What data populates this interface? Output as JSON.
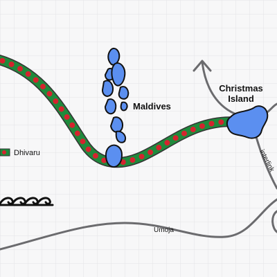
{
  "map": {
    "background_color": "#f7f7f8",
    "grid_color": "#e3e3e6",
    "land_color": "#5b8ff0",
    "land_outline": "#111111",
    "cable_red": "#d4242e",
    "cable_green": "#1f8a3c",
    "cable_grey": "#6b6b6e",
    "labels": {
      "maldives": "Maldives",
      "christmas_island_line1": "Christmas",
      "christmas_island_line2": "Island",
      "umoja": "Umoja",
      "interlink": "interlink"
    },
    "legend": {
      "dhivaru": "Dhivaru",
      "wave_icon": "waves-icon"
    },
    "arrow_icon": "curved-arrow-icon"
  }
}
